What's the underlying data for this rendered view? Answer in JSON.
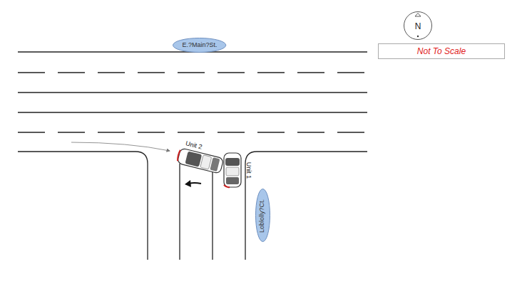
{
  "diagram": {
    "nodes": [
      {
        "text": [
          "E.?Main?St."
        ]
      },
      {
        "text": [
          "N"
        ]
      },
      {
        "text": [
          "Not To Scale"
        ]
      },
      {
        "text": [
          "Loblolly?Ct."
        ]
      }
    ],
    "labels": [
      "Unit 2",
      "Unit 1"
    ]
  }
}
